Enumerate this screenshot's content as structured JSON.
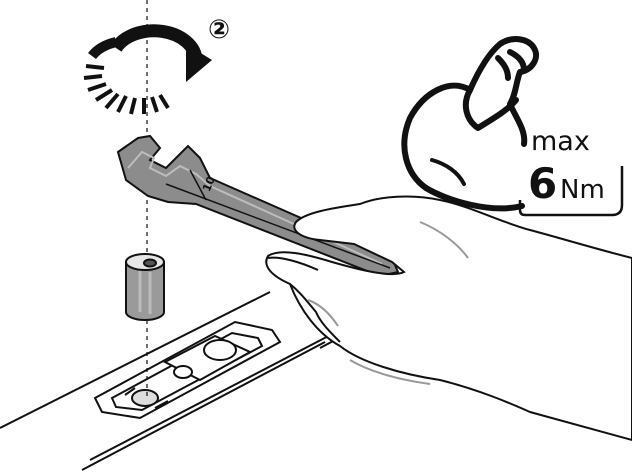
{
  "step": {
    "number": "②"
  },
  "torque": {
    "max_label": "max",
    "value": "6",
    "unit": "Nm"
  },
  "wrench": {
    "size_label": "10"
  },
  "icons": {
    "rotation": "clockwise-rotation-icon",
    "strength": "flexed-arm-icon"
  },
  "colors": {
    "line": "#111111",
    "steel": "#8c8c8c",
    "skin": "#ffffff",
    "shadow": "#d0d0d0"
  }
}
